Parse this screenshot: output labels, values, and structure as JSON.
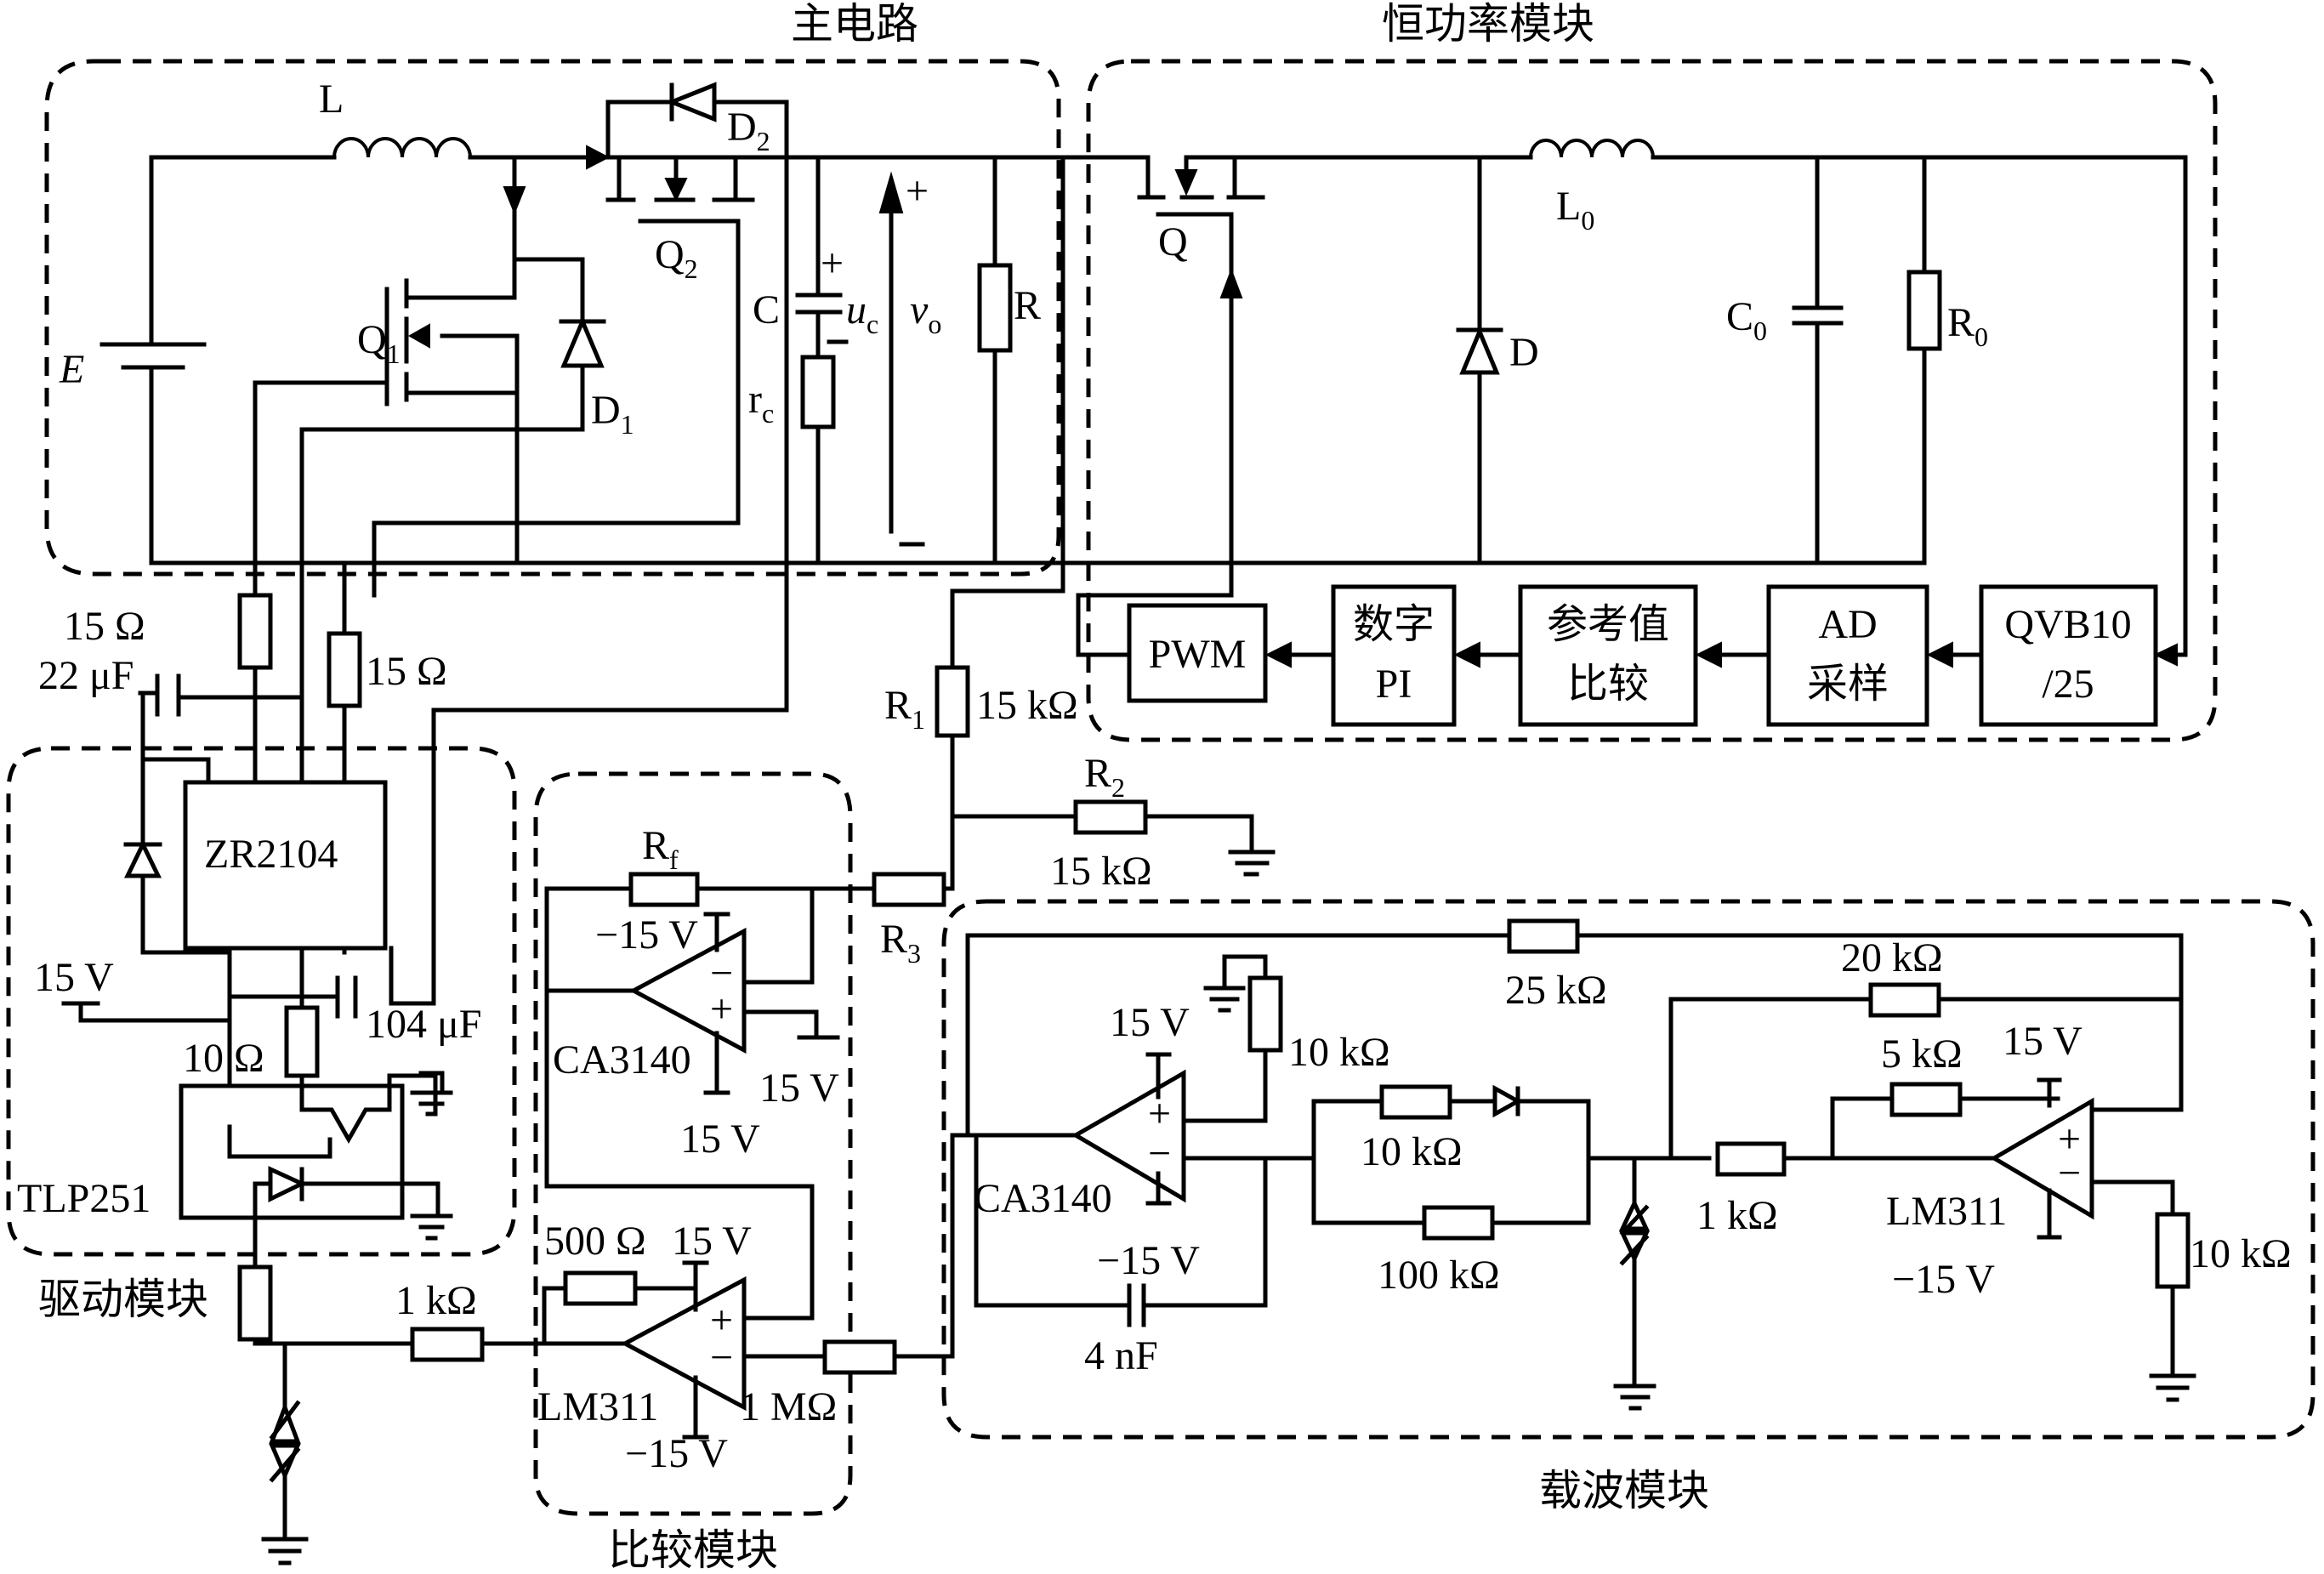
{
  "modules": {
    "main_circuit": "主电路",
    "constant_power": "恒功率模块",
    "drive": "驱动模块",
    "compare": "比较模块",
    "carrier": "载波模块"
  },
  "main_circuit": {
    "inductor": "L",
    "source": "E",
    "q1": "Q",
    "q1_sub": "1",
    "q2": "Q",
    "q2_sub": "2",
    "d1": "D",
    "d1_sub": "1",
    "d2": "D",
    "d2_sub": "2",
    "capacitor": "C",
    "esr": "r",
    "esr_sub": "c",
    "uc": "u",
    "uc_sub": "c",
    "vo": "v",
    "vo_sub": "o",
    "load": "R",
    "plus": "+",
    "minus": "−"
  },
  "constant_power": {
    "switch": "Q",
    "inductor": "L",
    "inductor_sub": "0",
    "diode": "D",
    "capacitor": "C",
    "capacitor_sub": "0",
    "load": "R",
    "load_sub": "0",
    "blocks": [
      {
        "line1": "PWM",
        "line2": ""
      },
      {
        "line1": "数字",
        "line2": "PI"
      },
      {
        "line1": "参考值",
        "line2": "比较"
      },
      {
        "line1": "AD",
        "line2": "采样"
      },
      {
        "line1": "QVB10",
        "line2": "/25"
      }
    ]
  },
  "drive": {
    "r_gate1": "15 Ω",
    "r_gate2": "15 Ω",
    "c_boot": "22 μF",
    "ic": "ZR2104",
    "vcc": "15 V",
    "c_dec": "104 μF",
    "r_opto": "10 Ω",
    "opto": "TLP251",
    "r_in": "1 kΩ"
  },
  "feedback": {
    "r1": "R",
    "r1_sub": "1",
    "r1_val": "15 kΩ",
    "r2": "R",
    "r2_sub": "2",
    "r2_val": "15 kΩ",
    "r3": "R",
    "r3_sub": "3"
  },
  "compare": {
    "rf": "R",
    "rf_sub": "f",
    "opamp": "CA3140",
    "neg_supply": "−15 V",
    "pos_supply": "15 V",
    "ref": "15 V",
    "comparator": "LM311",
    "r_hyst": "500 Ω",
    "comp_pos": "15 V",
    "comp_neg": "−15 V",
    "r_out": "1 MΩ"
  },
  "carrier": {
    "r_top": "25 kΩ",
    "r_fb": "20 kΩ",
    "integrator": "CA3140",
    "int_pos": "15 V",
    "int_neg": "−15 V",
    "r_bias": "10 kΩ",
    "c_int": "4 nF",
    "r_diode": "10 kΩ",
    "r_par": "100 kΩ",
    "r_series": "1 kΩ",
    "r_hyst": "5 kΩ",
    "comparator": "LM311",
    "comp_pos": "15 V",
    "comp_neg": "−15 V",
    "r_gnd": "10 kΩ"
  }
}
